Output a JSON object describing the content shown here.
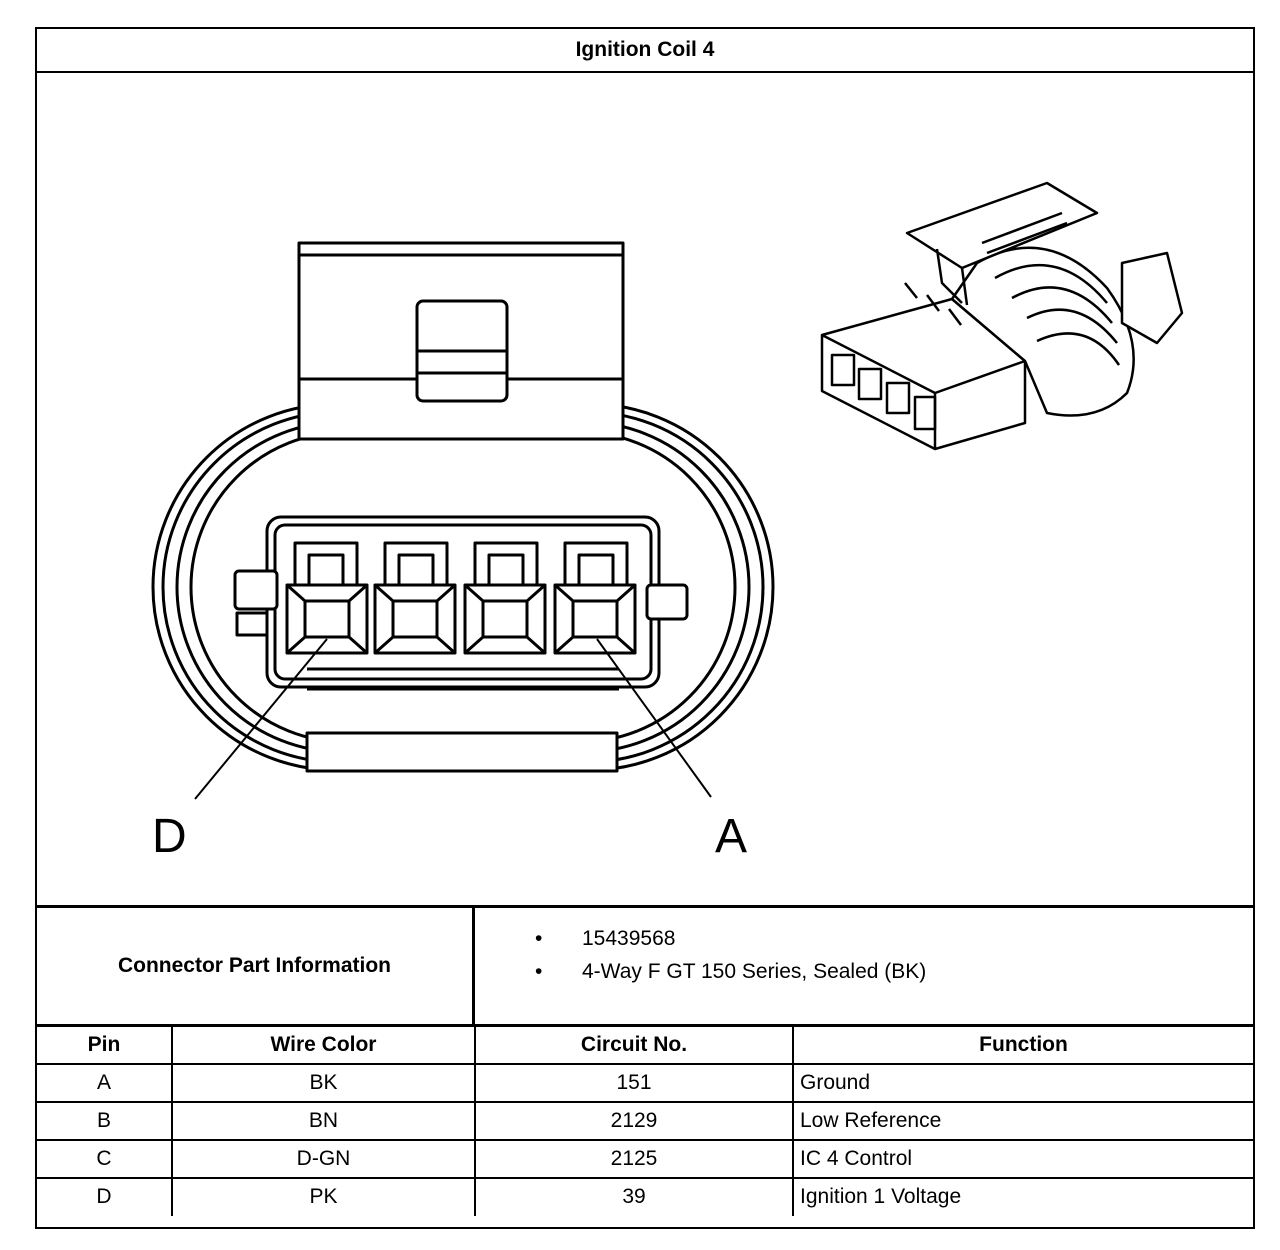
{
  "title": "Ignition Coil 4",
  "callouts": {
    "left_pin": "D",
    "right_pin": "A"
  },
  "connector_info": {
    "label": "Connector Part Information",
    "items": [
      "15439568",
      "4-Way F GT 150 Series, Sealed (BK)"
    ],
    "bullet": "•"
  },
  "table": {
    "headers": [
      "Pin",
      "Wire Color",
      "Circuit No.",
      "Function"
    ],
    "rows": [
      [
        "A",
        "BK",
        "151",
        "Ground"
      ],
      [
        "B",
        "BN",
        "2129",
        "Low Reference"
      ],
      [
        "C",
        "D-GN",
        "2125",
        "IC 4 Control"
      ],
      [
        "D",
        "PK",
        "39",
        "Ignition 1 Voltage"
      ]
    ]
  }
}
